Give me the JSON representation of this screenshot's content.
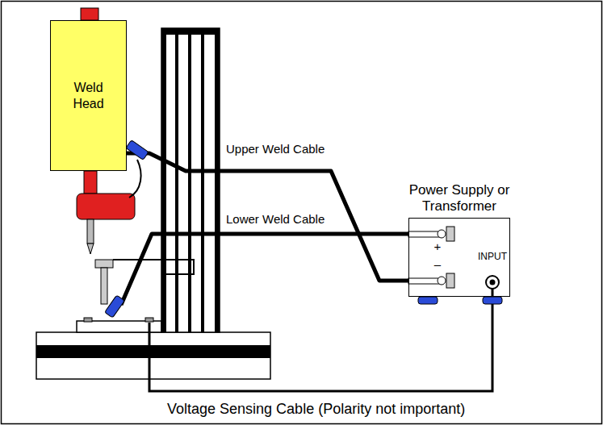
{
  "diagram": {
    "nodes": [
      {
        "text": [
          "Weld Head"
        ]
      },
      {
        "text": [
          "Power Supply or Transformer",
          "+",
          "–",
          "INPUT"
        ]
      }
    ],
    "edges": [
      {
        "from": 0,
        "to": 1,
        "arrow": "none",
        "label": "Upper Weld Cable"
      }
    ],
    "labels": [
      "Lower Weld Cable",
      "Voltage Sensing Cable (Polarity not important)"
    ]
  }
}
